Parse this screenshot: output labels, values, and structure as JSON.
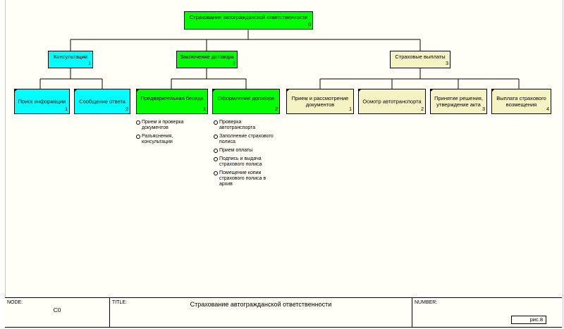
{
  "root": {
    "label": "Страхование автогражданской ответственности",
    "num": "0"
  },
  "level1": [
    {
      "label": "Консультации",
      "num": "1"
    },
    {
      "label": "Заключение договора",
      "num": "2"
    },
    {
      "label": "Страховые выплаты",
      "num": "3"
    }
  ],
  "consult": [
    {
      "label": "Поиск информации",
      "num": "1"
    },
    {
      "label": "Сообщение ответа",
      "num": "2"
    }
  ],
  "contract": [
    {
      "label": "Предварительная беседа",
      "num": "1"
    },
    {
      "label": "Оформление договора",
      "num": "2"
    }
  ],
  "payments": [
    {
      "label": "Прием и рассмотрение\nдокументов",
      "num": "1"
    },
    {
      "label": "Осмотр автотранспорта",
      "num": "2"
    },
    {
      "label": "Принятие решения,\nутверждение акта",
      "num": "3"
    },
    {
      "label": "Выплата страхового\nвозмещения",
      "num": "4"
    }
  ],
  "bullets_talk": [
    "Прием и проверка\nдокументов",
    "Разъяснения,\nконсультации"
  ],
  "bullets_form": [
    "Проверка\nавтотранспорта",
    "Заполнение страхового\nполиса",
    "Прием оплаты",
    "Подпись и выдача\nстрахового полиса",
    "Помещение копии\nстрахового полиса в\nархив"
  ],
  "footer": {
    "node_caption": "NODE:",
    "node_value": "C0",
    "title_caption": "TITLE:",
    "title_value": "Страхование автогражданской ответственности",
    "number_caption": "NUMBER:",
    "pic_label": "рис.8"
  },
  "colors": {
    "green": "#00ff00",
    "cyan": "#00ffff",
    "cream": "#f5f3c4"
  }
}
